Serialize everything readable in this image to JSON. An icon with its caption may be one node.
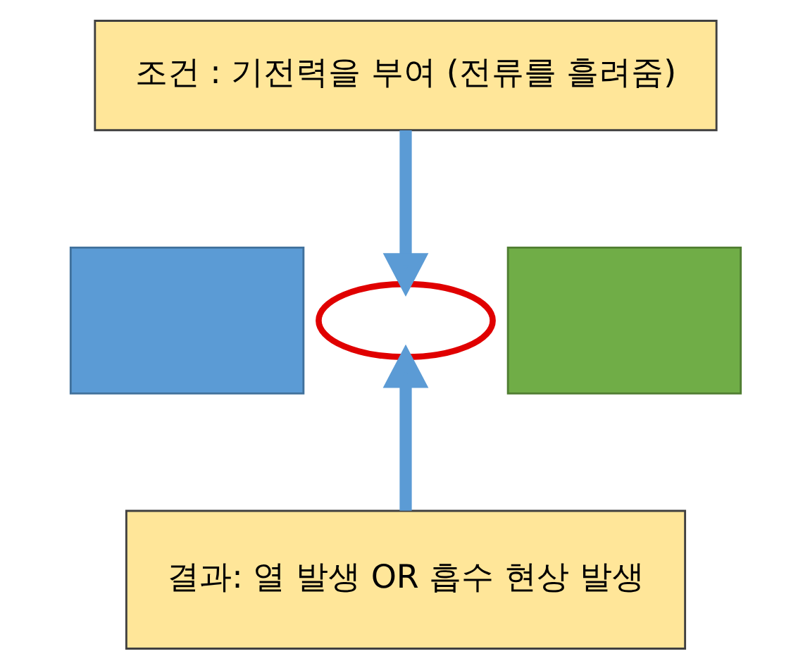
{
  "diagram": {
    "nodes": [
      {
        "text": [
          "조건 : 기전력을 부여 (전류를 흘려줌)"
        ]
      },
      {
        "text": [],
        "shape": "box"
      },
      {
        "text": [],
        "shape": "ellipse"
      },
      {
        "text": [],
        "shape": "box"
      },
      {
        "text": [
          "결과: 열 발생 OR 흡수 현상 발생"
        ]
      }
    ],
    "edges": [
      {
        "from": 0,
        "to": 2,
        "arrow": "to"
      },
      {
        "from": 4,
        "to": 2,
        "arrow": "to"
      }
    ]
  }
}
